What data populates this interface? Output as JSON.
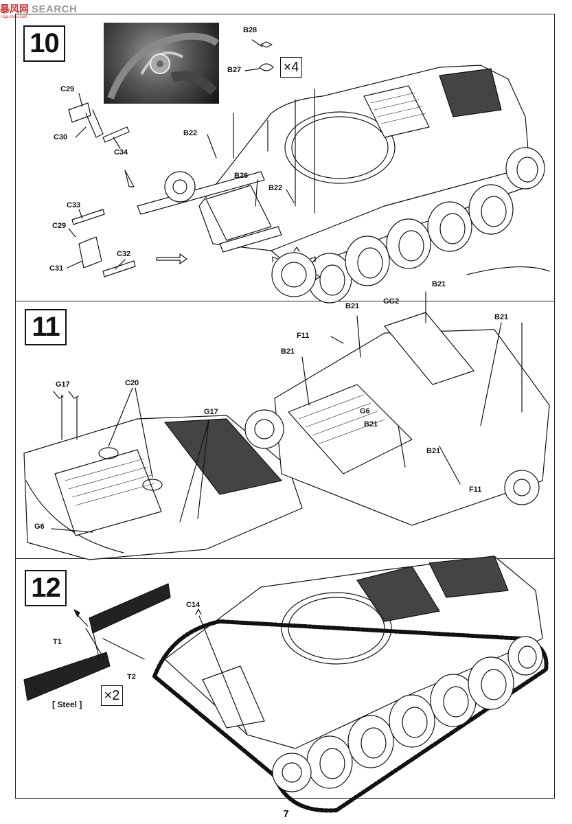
{
  "watermark": {
    "logo": "暴风网",
    "text": "SEARCH",
    "sub": "nga-shou.com"
  },
  "page_number": "7",
  "step10": {
    "number": "10",
    "quantity": "×4",
    "labels": {
      "b28": "B28",
      "b27": "B27",
      "c29a": "C29",
      "c30": "C30",
      "c34": "C34",
      "b22a": "B22",
      "b26": "B26",
      "b22b": "B22",
      "c33": "C33",
      "c29b": "C29",
      "c31": "C31",
      "c32": "C32"
    }
  },
  "step11": {
    "number": "11",
    "labels": {
      "g17a": "G17",
      "c20": "C20",
      "g17b": "G17",
      "g6a": "G6",
      "f11a": "F11",
      "b21a": "B21",
      "b21b": "B21",
      "gg2": "GG2",
      "b21c": "B21",
      "b21d": "B21",
      "g6b": "G6",
      "b21e": "B21",
      "b21f": "B21",
      "f11b": "F11"
    }
  },
  "step12": {
    "number": "12",
    "quantity": "×2",
    "labels": {
      "c14": "C14",
      "t1": "T1",
      "t2": "T2",
      "steel": "[ Steel ]"
    }
  },
  "colors": {
    "ink": "#111111",
    "paper": "#ffffff",
    "photo_dark": "#2a2a2a",
    "watermark_red": "#cc3333"
  }
}
